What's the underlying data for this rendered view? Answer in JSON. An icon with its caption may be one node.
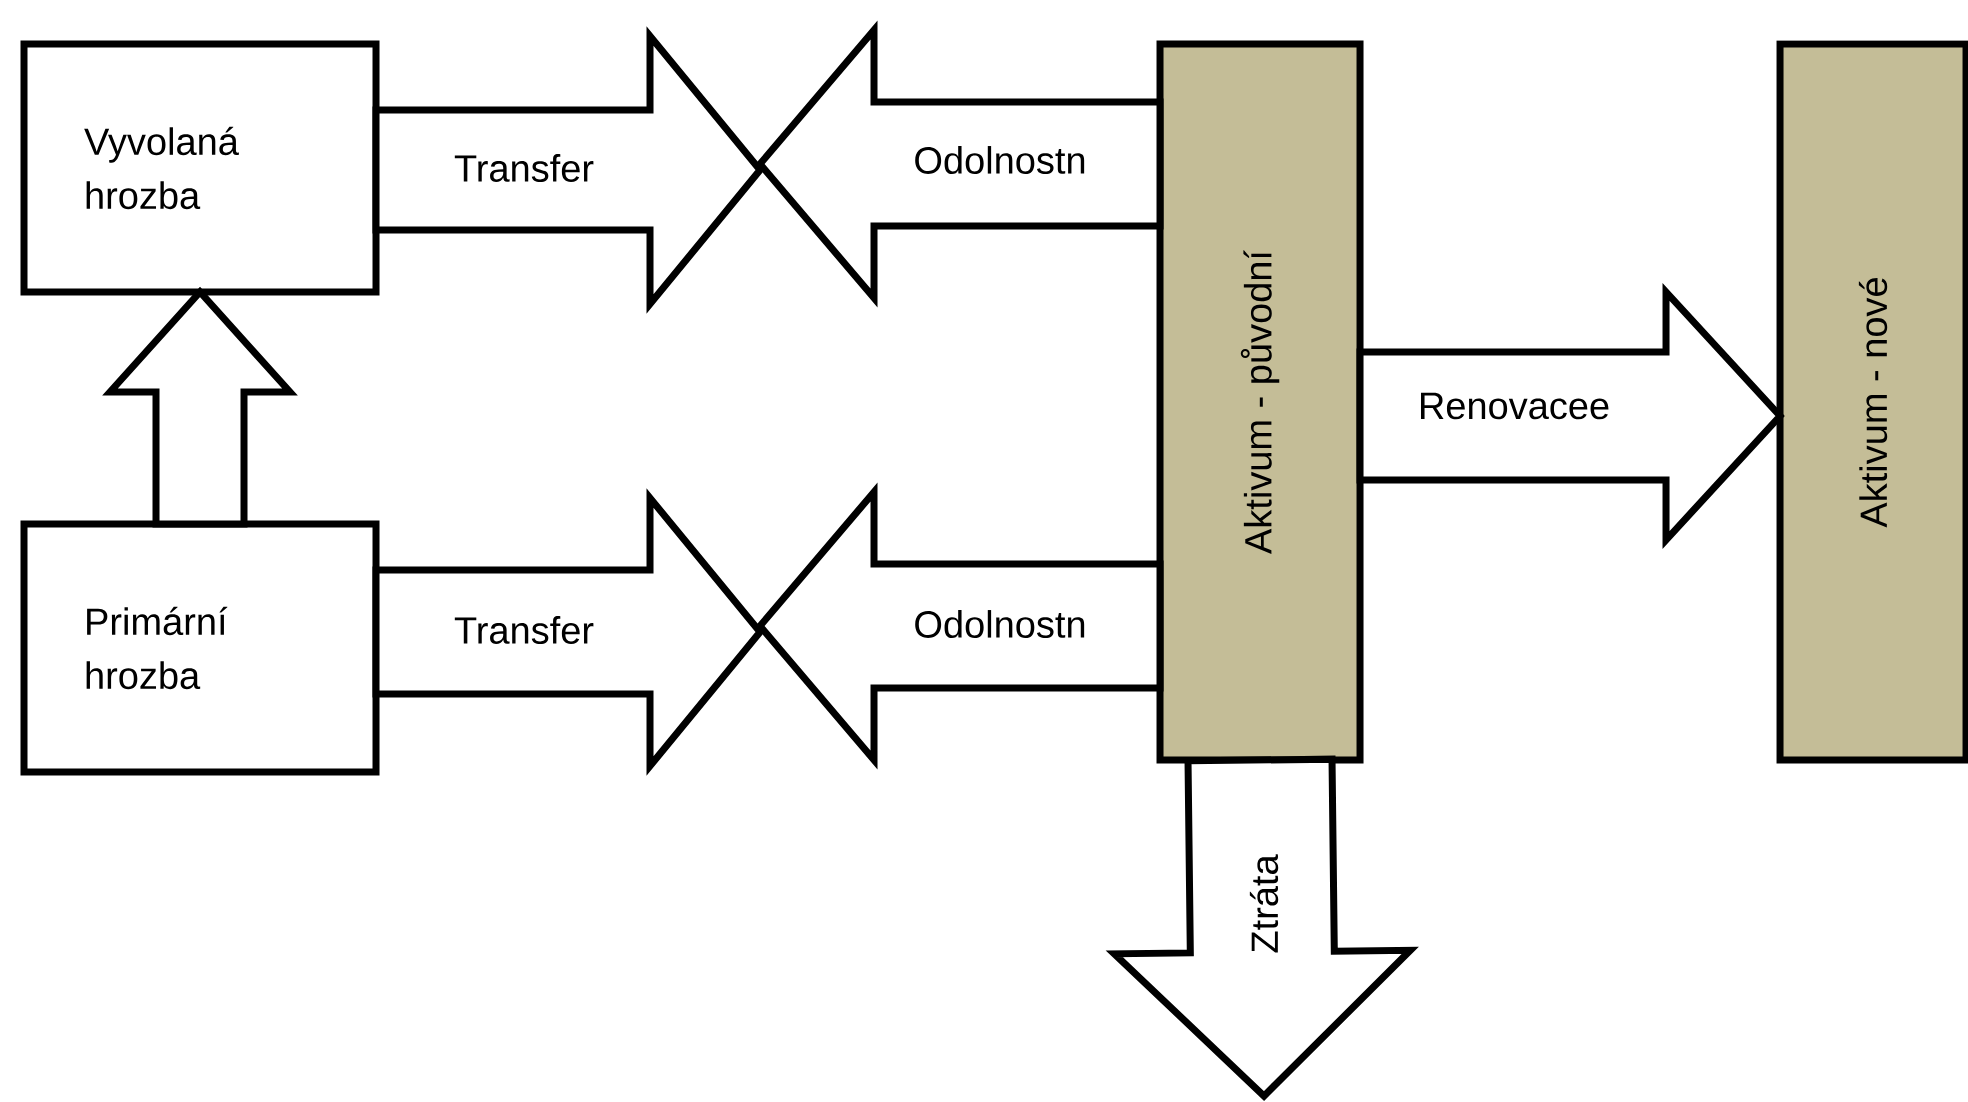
{
  "diagram": {
    "nodes": [
      {
        "text": [
          "Vyvolaná hrozba"
        ]
      },
      {
        "text": [
          "Primární hrozba"
        ]
      },
      {
        "text": [
          "Aktivum - původní"
        ]
      },
      {
        "text": [
          "Aktivum - nové"
        ]
      }
    ],
    "edges": [
      {
        "from": 0,
        "to": null,
        "arrow": "to",
        "label": "Transfer"
      },
      {
        "from": 2,
        "to": null,
        "arrow": "to",
        "label": "Odolnostn"
      },
      {
        "from": 1,
        "to": 0,
        "arrow": "to"
      },
      {
        "from": 1,
        "to": null,
        "arrow": "to",
        "label": "Transfer"
      },
      {
        "from": 2,
        "to": null,
        "arrow": "to",
        "label": "Odolnostn"
      },
      {
        "from": 2,
        "to": 3,
        "arrow": "to",
        "label": "Renovacee"
      },
      {
        "from": 2,
        "to": null,
        "arrow": "to",
        "label": "Ztráta"
      }
    ]
  }
}
